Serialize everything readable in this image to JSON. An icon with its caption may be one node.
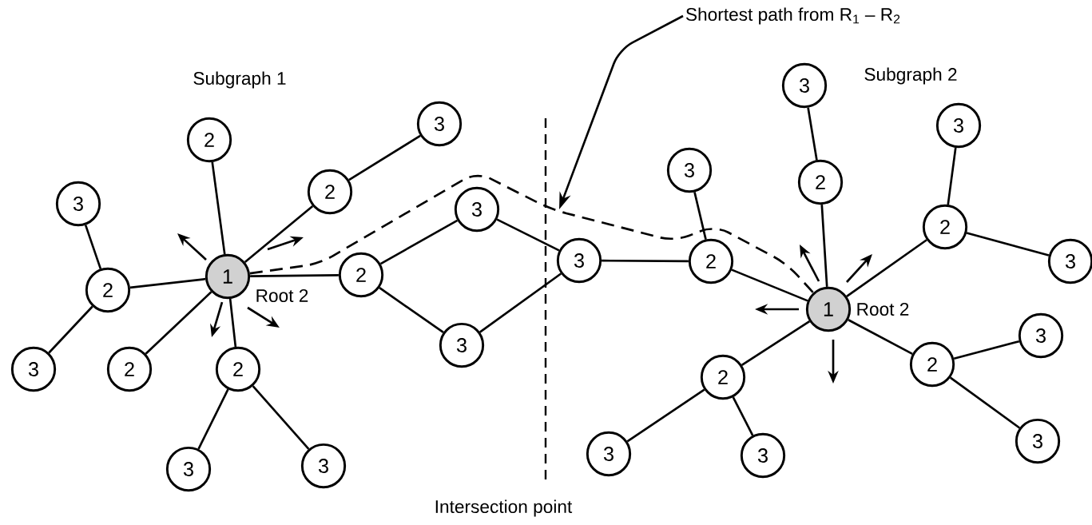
{
  "diagram": {
    "nodes": [
      {
        "text": [
          "1"
        ],
        "beside": [
          "Root 2"
        ]
      },
      {
        "text": [
          "2"
        ]
      },
      {
        "text": [
          "2"
        ]
      },
      {
        "text": [
          "3"
        ]
      },
      {
        "text": [
          "3"
        ]
      },
      {
        "text": [
          "2"
        ]
      },
      {
        "text": [
          "3"
        ]
      },
      {
        "text": [
          "2"
        ]
      },
      {
        "text": [
          "2"
        ]
      },
      {
        "text": [
          "3"
        ]
      },
      {
        "text": [
          "3"
        ]
      },
      {
        "text": [
          "2"
        ]
      },
      {
        "text": [
          "3"
        ]
      },
      {
        "text": [
          "3"
        ]
      },
      {
        "text": [
          "3"
        ]
      },
      {
        "text": [
          "2"
        ]
      },
      {
        "text": [
          "3"
        ]
      },
      {
        "text": [
          "1"
        ],
        "beside": [
          "Root 2"
        ]
      },
      {
        "text": [
          "3"
        ]
      },
      {
        "text": [
          "2"
        ]
      },
      {
        "text": [
          "3"
        ]
      },
      {
        "text": [
          "2"
        ]
      },
      {
        "text": [
          "3"
        ]
      },
      {
        "text": [
          "2"
        ]
      },
      {
        "text": [
          "3"
        ]
      },
      {
        "text": [
          "3"
        ]
      },
      {
        "text": [
          "2"
        ]
      },
      {
        "text": [
          "3"
        ]
      },
      {
        "text": [
          "3"
        ]
      },
      {
        "text": [
          "Shortest path from R$_{1}$ – R$_{2}$"
        ]
      }
    ],
    "edges": [
      {
        "from": 0,
        "to": 1,
        "arrow": "none"
      },
      {
        "from": 0,
        "to": 2,
        "arrow": "none"
      },
      {
        "from": 2,
        "to": 3,
        "arrow": "none"
      },
      {
        "from": 0,
        "to": 5,
        "arrow": "none"
      },
      {
        "from": 5,
        "to": 4,
        "arrow": "none"
      },
      {
        "from": 5,
        "to": 6,
        "arrow": "none"
      },
      {
        "from": 0,
        "to": 7,
        "arrow": "none"
      },
      {
        "from": 0,
        "to": 8,
        "arrow": "none"
      },
      {
        "from": 8,
        "to": 9,
        "arrow": "none"
      },
      {
        "from": 8,
        "to": 10,
        "arrow": "none"
      },
      {
        "from": 0,
        "to": 11,
        "arrow": "none"
      },
      {
        "from": 11,
        "to": 12,
        "arrow": "none"
      },
      {
        "from": 11,
        "to": 13,
        "arrow": "none"
      },
      {
        "from": 12,
        "to": 14,
        "arrow": "none"
      },
      {
        "from": 13,
        "to": 14,
        "arrow": "none"
      },
      {
        "from": 14,
        "to": 15,
        "arrow": "none"
      },
      {
        "from": 15,
        "to": 16,
        "arrow": "none"
      },
      {
        "from": 15,
        "to": 17,
        "arrow": "none"
      },
      {
        "from": 17,
        "to": 19,
        "arrow": "none"
      },
      {
        "from": 19,
        "to": 18,
        "arrow": "none"
      },
      {
        "from": 17,
        "to": 21,
        "arrow": "none"
      },
      {
        "from": 21,
        "to": 20,
        "arrow": "none"
      },
      {
        "from": 21,
        "to": 22,
        "arrow": "none"
      },
      {
        "from": 17,
        "to": 23,
        "arrow": "none"
      },
      {
        "from": 23,
        "to": 24,
        "arrow": "none"
      },
      {
        "from": 23,
        "to": 25,
        "arrow": "none"
      },
      {
        "from": 17,
        "to": 26,
        "arrow": "none"
      },
      {
        "from": 26,
        "to": 27,
        "arrow": "none"
      },
      {
        "from": 26,
        "to": 28,
        "arrow": "none"
      },
      {
        "from": 0,
        "to": 17,
        "arrow": "none",
        "style": "dashed"
      },
      {
        "from": 29,
        "to": null,
        "arrow": "to"
      }
    ],
    "labels": [
      "Subgraph 1",
      "Subgraph 2",
      "Intersection point"
    ]
  }
}
